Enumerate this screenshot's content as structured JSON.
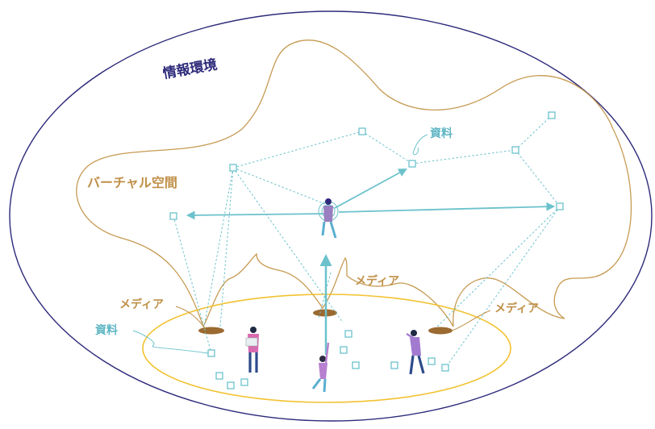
{
  "labels": {
    "info_env": "情報環境",
    "virtual_space": "バーチャル空間",
    "media_left": "メディア",
    "media_center": "メディア",
    "media_right": "メディア",
    "doc_top": "資料",
    "doc_left": "資料"
  },
  "colors": {
    "ellipse": "#2d2a7a",
    "virtual": "#c69a52",
    "floor": "#f2c230",
    "connector": "#6cc2cc",
    "text_gold": "#c09048",
    "text_cyan": "#5fb6c4",
    "text_navy": "#2d2a7a"
  },
  "icons": {
    "person": "person-icon",
    "document": "document-node-icon",
    "portal": "media-portal-icon"
  }
}
